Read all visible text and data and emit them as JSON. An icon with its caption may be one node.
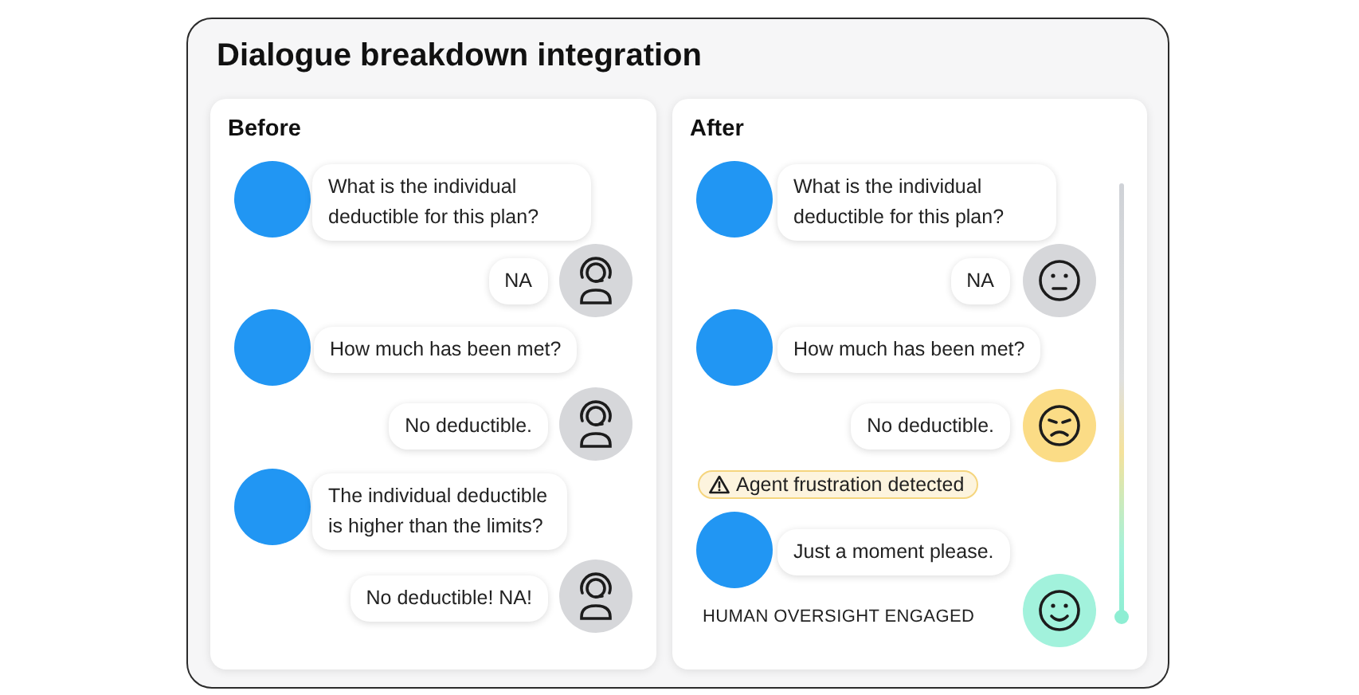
{
  "diagram": {
    "title": "Dialogue breakdown integration",
    "nodes": [
      {
        "text": [
          "Before"
        ]
      },
      {
        "text": [
          "What is the individual deductible for this plan?"
        ],
        "in": 0
      },
      {
        "text": [
          "NA"
        ],
        "in": 0
      },
      {
        "text": [
          "How much has been met?"
        ],
        "in": 0
      },
      {
        "text": [
          "No deductible."
        ],
        "in": 0
      },
      {
        "text": [
          "The individual deductible is higher than the limits?"
        ],
        "in": 0
      },
      {
        "text": [
          "No deductible! NA!"
        ],
        "in": 0
      },
      {
        "text": [
          "After"
        ]
      },
      {
        "text": [
          "What is the individual deductible for this plan?"
        ],
        "in": 7
      },
      {
        "text": [
          "NA"
        ],
        "in": 7
      },
      {
        "text": [
          "How much has been met?"
        ],
        "in": 7
      },
      {
        "text": [
          "No deductible."
        ],
        "in": 7
      },
      {
        "text": [
          "Agent frustration detected"
        ],
        "in": 7
      },
      {
        "text": [
          "Just a moment please."
        ],
        "in": 7
      }
    ],
    "labels": [
      "HUMAN OVERSIGHT ENGAGED"
    ]
  }
}
